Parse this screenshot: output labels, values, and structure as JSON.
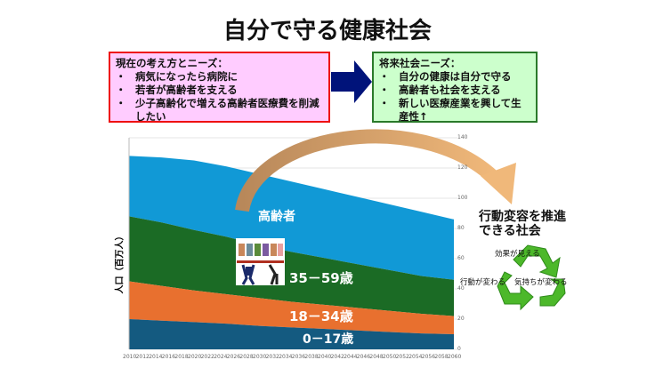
{
  "title": "自分で守る健康社会",
  "current": {
    "heading": "現在の考え方とニーズ：",
    "items": [
      "病気になったら病院に",
      "若者が高齢者を支える",
      "少子高齢化で増える高齢者医療費を削減したい"
    ]
  },
  "future": {
    "heading": "将来社会ニーズ：",
    "items": [
      "自分の健康は自分で守る",
      "高齢者も社会を支える",
      "新しい医療産業を興して生産性↑"
    ]
  },
  "goal": {
    "line1": "行動変容を推進",
    "line2": "できる社会"
  },
  "cycle": {
    "top": "効果が見える",
    "left": "行動が変わる",
    "right": "気持ちが変わる"
  },
  "colors": {
    "elderly": "#1199d6",
    "age35_59": "#1b6b25",
    "age18_34": "#e8702f",
    "age0_17": "#145a80"
  },
  "chart_data": {
    "type": "area",
    "ylabel": "人口（百万人）",
    "ylim": [
      0,
      140
    ],
    "yticks": [
      0,
      20,
      40,
      60,
      80,
      100,
      120,
      140
    ],
    "xticks": [
      2010,
      2012,
      2014,
      2016,
      2018,
      2020,
      2022,
      2024,
      2026,
      2028,
      2030,
      2032,
      2034,
      2036,
      2038,
      2040,
      2042,
      2044,
      2046,
      2048,
      2050,
      2052,
      2054,
      2056,
      2058,
      2060
    ],
    "x": [
      2010,
      2015,
      2020,
      2025,
      2030,
      2035,
      2040,
      2045,
      2050,
      2055,
      2060
    ],
    "series": [
      {
        "name": "0－17歳",
        "values": [
          20,
          19,
          18,
          17,
          15.5,
          14.5,
          13.5,
          12.5,
          11.5,
          10.5,
          10
        ]
      },
      {
        "name": "18－34歳",
        "values": [
          25,
          23,
          21,
          19.5,
          18.5,
          17,
          16,
          15,
          14,
          13,
          12
        ]
      },
      {
        "name": "35－59歳",
        "values": [
          43,
          42,
          40,
          38,
          35,
          33,
          31,
          29,
          27,
          25,
          24
        ]
      },
      {
        "name": "高齢者",
        "values": [
          40,
          43,
          46,
          46.5,
          47,
          46.5,
          45.5,
          44.5,
          43.5,
          42.5,
          40
        ]
      }
    ]
  }
}
